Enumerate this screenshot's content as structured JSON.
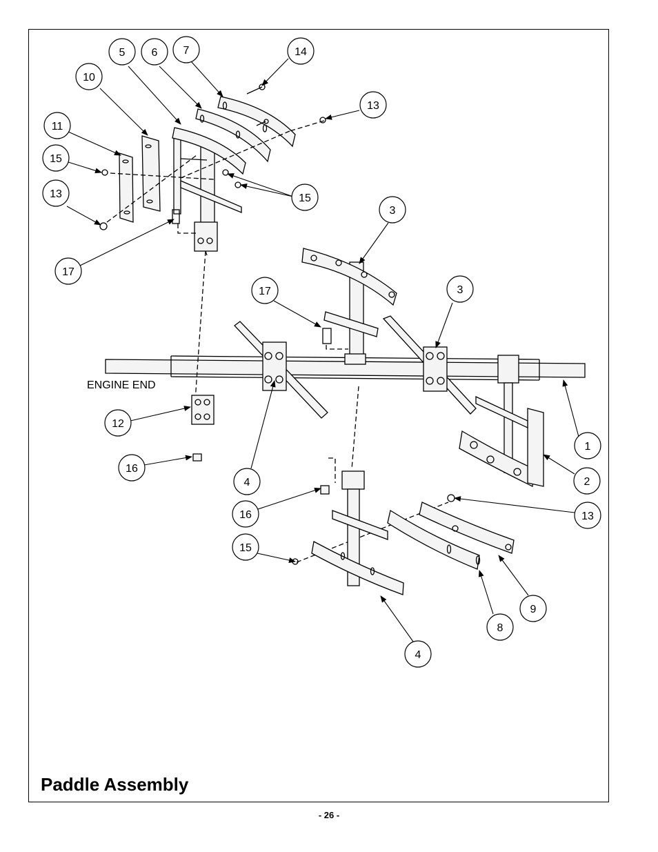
{
  "title": "Paddle Assembly",
  "page_number": "- 26 -",
  "engine_label": "ENGINE END",
  "callouts": [
    "5",
    "6",
    "7",
    "14",
    "10",
    "13",
    "11",
    "15",
    "13",
    "15",
    "17",
    "3",
    "17",
    "3",
    "12",
    "1",
    "16",
    "2",
    "4",
    "16",
    "13",
    "15",
    "9",
    "8",
    "4"
  ]
}
